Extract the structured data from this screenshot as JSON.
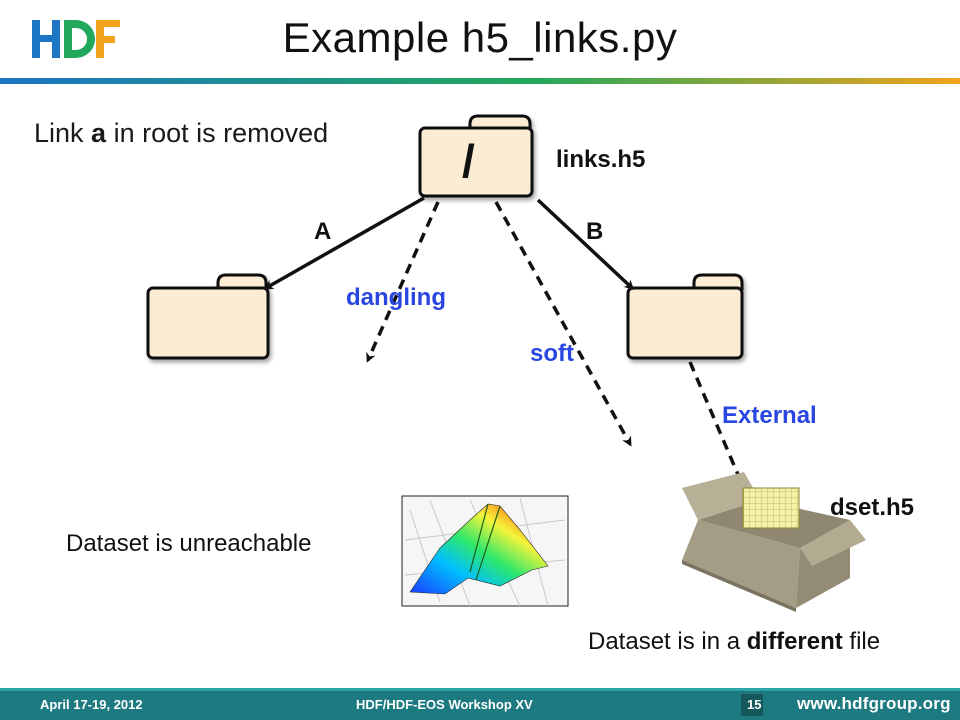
{
  "title": "Example h5_links.py",
  "logo_text": "HDF",
  "note": {
    "before": "Link ",
    "bold": "a",
    "after": " in root is removed"
  },
  "root_group": {
    "symbol": "/",
    "file_label": "links.h5"
  },
  "links": {
    "a": "A",
    "b": "B",
    "dangling": "dangling",
    "soft": "soft",
    "external": "External"
  },
  "external_file": "dset.h5",
  "captions": {
    "unreachable": "Dataset is unreachable",
    "different_before": "Dataset is in a ",
    "different_bold": "different",
    "different_after": " file"
  },
  "footer": {
    "date": "April 17-19, 2012",
    "event": "HDF/HDF-EOS Workshop XV",
    "page": "15",
    "site": "www.hdfgroup.org"
  },
  "colors": {
    "folder_fill": "#fbecd3",
    "link_label_blue": "#2a46e0",
    "footer_bg": "#1d7a80",
    "box": "#a59c86",
    "dataset_grid": "#f3f0a8"
  }
}
